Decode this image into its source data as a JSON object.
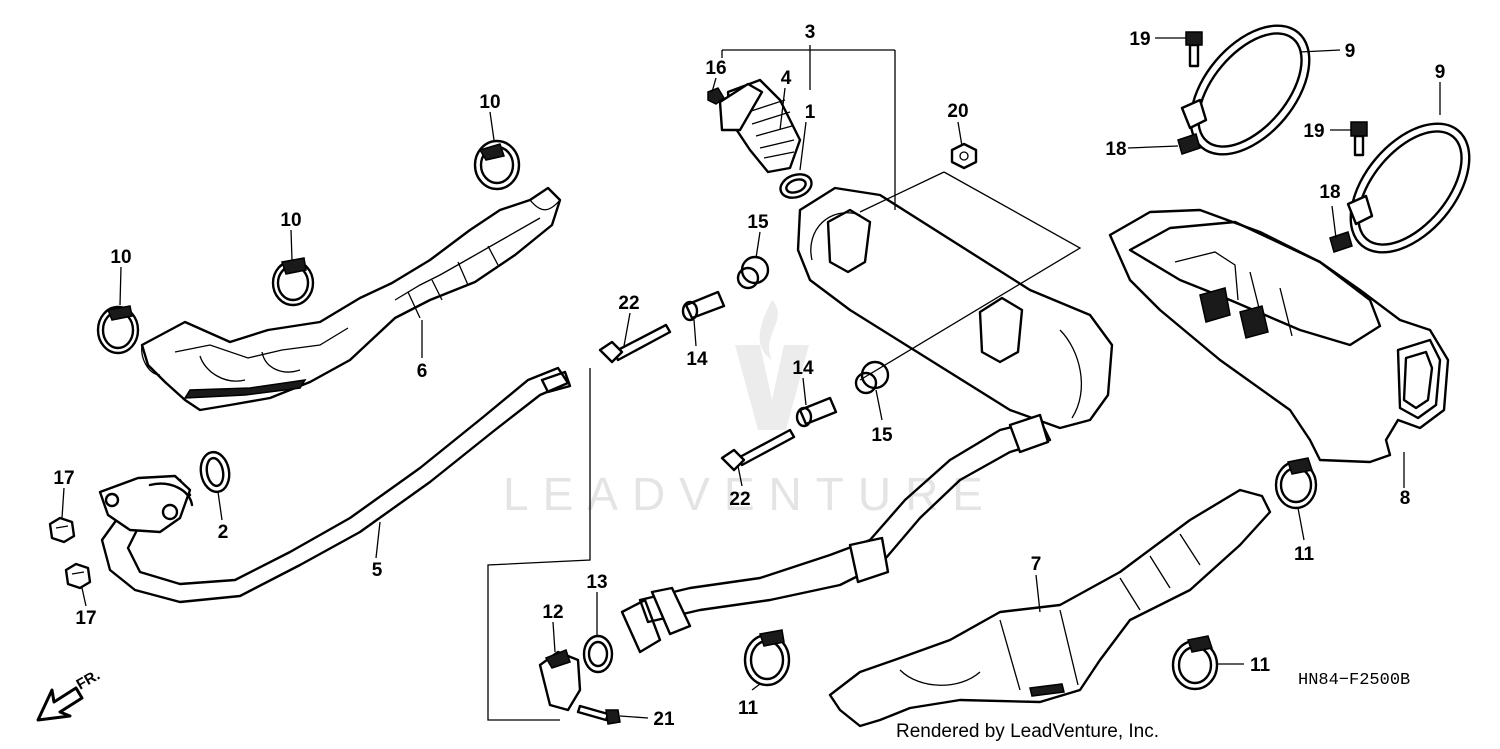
{
  "watermark": {
    "brand": "LEADVENTURE"
  },
  "diagram_code": "HN84−F2500B",
  "credit": "Rendered by LeadVenture, Inc.",
  "direction": "FR.",
  "callouts": {
    "c1": "1",
    "c2": "2",
    "c3": "3",
    "c4": "4",
    "c5": "5",
    "c6": "6",
    "c7": "7",
    "c8": "8",
    "c9a": "9",
    "c9b": "9",
    "c10a": "10",
    "c10b": "10",
    "c10c": "10",
    "c11a": "11",
    "c11b": "11",
    "c11c": "11",
    "c12": "12",
    "c13": "13",
    "c14a": "14",
    "c14b": "14",
    "c15a": "15",
    "c15b": "15",
    "c16": "16",
    "c17a": "17",
    "c17b": "17",
    "c18a": "18",
    "c18b": "18",
    "c19a": "19",
    "c19b": "19",
    "c20": "20",
    "c21": "21",
    "c22a": "22",
    "c22b": "22"
  },
  "colors": {
    "line": "#000000",
    "watermark": "#e4e4e4",
    "background": "#ffffff"
  }
}
